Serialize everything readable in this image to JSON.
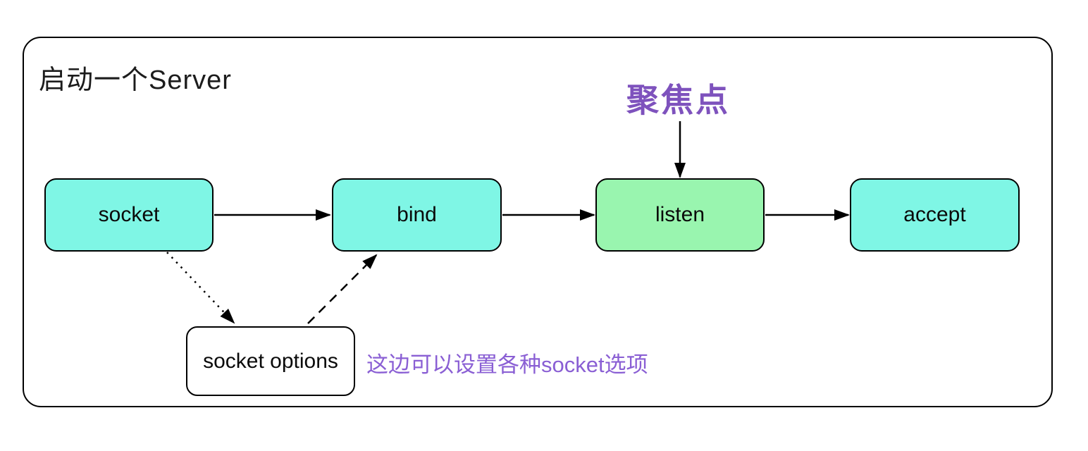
{
  "diagram": {
    "title": "启动一个Server",
    "focus_label": "聚焦点",
    "side_note": "这边可以设置各种socket选项",
    "nodes": [
      {
        "id": "socket",
        "label": "socket",
        "fill": "#7ff6e5"
      },
      {
        "id": "bind",
        "label": "bind",
        "fill": "#7ff6e5"
      },
      {
        "id": "listen",
        "label": "listen",
        "fill": "#99f5af"
      },
      {
        "id": "accept",
        "label": "accept",
        "fill": "#7ff6e5"
      },
      {
        "id": "socket-options",
        "label": "socket options",
        "fill": "#ffffff"
      }
    ],
    "edges": [
      {
        "from": "socket",
        "to": "bind",
        "style": "solid"
      },
      {
        "from": "bind",
        "to": "listen",
        "style": "solid"
      },
      {
        "from": "listen",
        "to": "accept",
        "style": "solid"
      },
      {
        "from": "focus-label",
        "to": "listen",
        "style": "solid"
      },
      {
        "from": "socket",
        "to": "socket-options",
        "style": "dotted"
      },
      {
        "from": "socket-options",
        "to": "bind",
        "style": "dashed"
      }
    ],
    "colors": {
      "node_cyan": "#7ff6e5",
      "node_green": "#99f5af",
      "focus_purple": "#7e52bd",
      "note_purple": "#8a5fd4",
      "stroke_black": "#000000",
      "background": "#ffffff"
    }
  }
}
